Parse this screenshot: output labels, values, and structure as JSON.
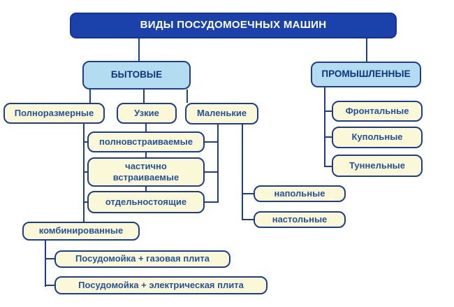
{
  "diagram": {
    "title": "ВИДЫ ПОСУДОМОЕЧНЫХ МАШИН",
    "colors": {
      "root_fill": "#1b41ab",
      "root_text": "#ffffff",
      "category_fill": "#b3dcf0",
      "category_text": "#10357e",
      "leaf_fill": "#faf8d6",
      "leaf_text": "#2452a0",
      "connector": "#1e3d8f",
      "background": "#ffffff"
    },
    "nodes": {
      "bytovye": {
        "label": "БЫТОВЫЕ"
      },
      "promyshlennye": {
        "label": "ПРОМЫШЛЕННЫЕ"
      },
      "polnorazmernye": {
        "label": "Полноразмерные"
      },
      "uzkie": {
        "label": "Узкие"
      },
      "malenkie": {
        "label": "Маленькие"
      },
      "polnovstraivaemye": {
        "label": "полновстраиваемые"
      },
      "chastichno": {
        "label": "частично встраиваемые"
      },
      "otdelnostoyashchie": {
        "label": "отдельностоящие"
      },
      "kombinirovannye": {
        "label": "комбинированные"
      },
      "gazovaya": {
        "label": "Посудомойка + газовая плита"
      },
      "elektricheskaya": {
        "label": "Посудомойка + электрическая плита"
      },
      "napolnye": {
        "label": "напольные"
      },
      "nastolnye": {
        "label": "настольные"
      },
      "frontalnye": {
        "label": "Фронтальные"
      },
      "kupolnye": {
        "label": "Купольные"
      },
      "tunnelnye": {
        "label": "Туннельные"
      }
    },
    "edges": [
      {
        "from": "title",
        "to": "bytovye"
      },
      {
        "from": "title",
        "to": "promyshlennye"
      },
      {
        "from": "bytovye",
        "to": "polnorazmernye"
      },
      {
        "from": "bytovye",
        "to": "uzkie"
      },
      {
        "from": "bytovye",
        "to": "malenkie"
      },
      {
        "from": "polnorazmernye",
        "to": "polnovstraivaemye"
      },
      {
        "from": "polnorazmernye",
        "to": "chastichno"
      },
      {
        "from": "polnorazmernye",
        "to": "otdelnostoyashchie"
      },
      {
        "from": "polnorazmernye",
        "to": "kombinirovannye"
      },
      {
        "from": "uzkie",
        "to": "polnovstraivaemye"
      },
      {
        "from": "malenkie",
        "to": "polnovstraivaemye"
      },
      {
        "from": "malenkie",
        "to": "chastichno"
      },
      {
        "from": "malenkie",
        "to": "otdelnostoyashchie"
      },
      {
        "from": "malenkie",
        "to": "napolnye"
      },
      {
        "from": "malenkie",
        "to": "nastolnye"
      },
      {
        "from": "kombinirovannye",
        "to": "gazovaya"
      },
      {
        "from": "kombinirovannye",
        "to": "elektricheskaya"
      },
      {
        "from": "promyshlennye",
        "to": "frontalnye"
      },
      {
        "from": "promyshlennye",
        "to": "kupolnye"
      },
      {
        "from": "promyshlennye",
        "to": "tunnelnye"
      }
    ]
  }
}
